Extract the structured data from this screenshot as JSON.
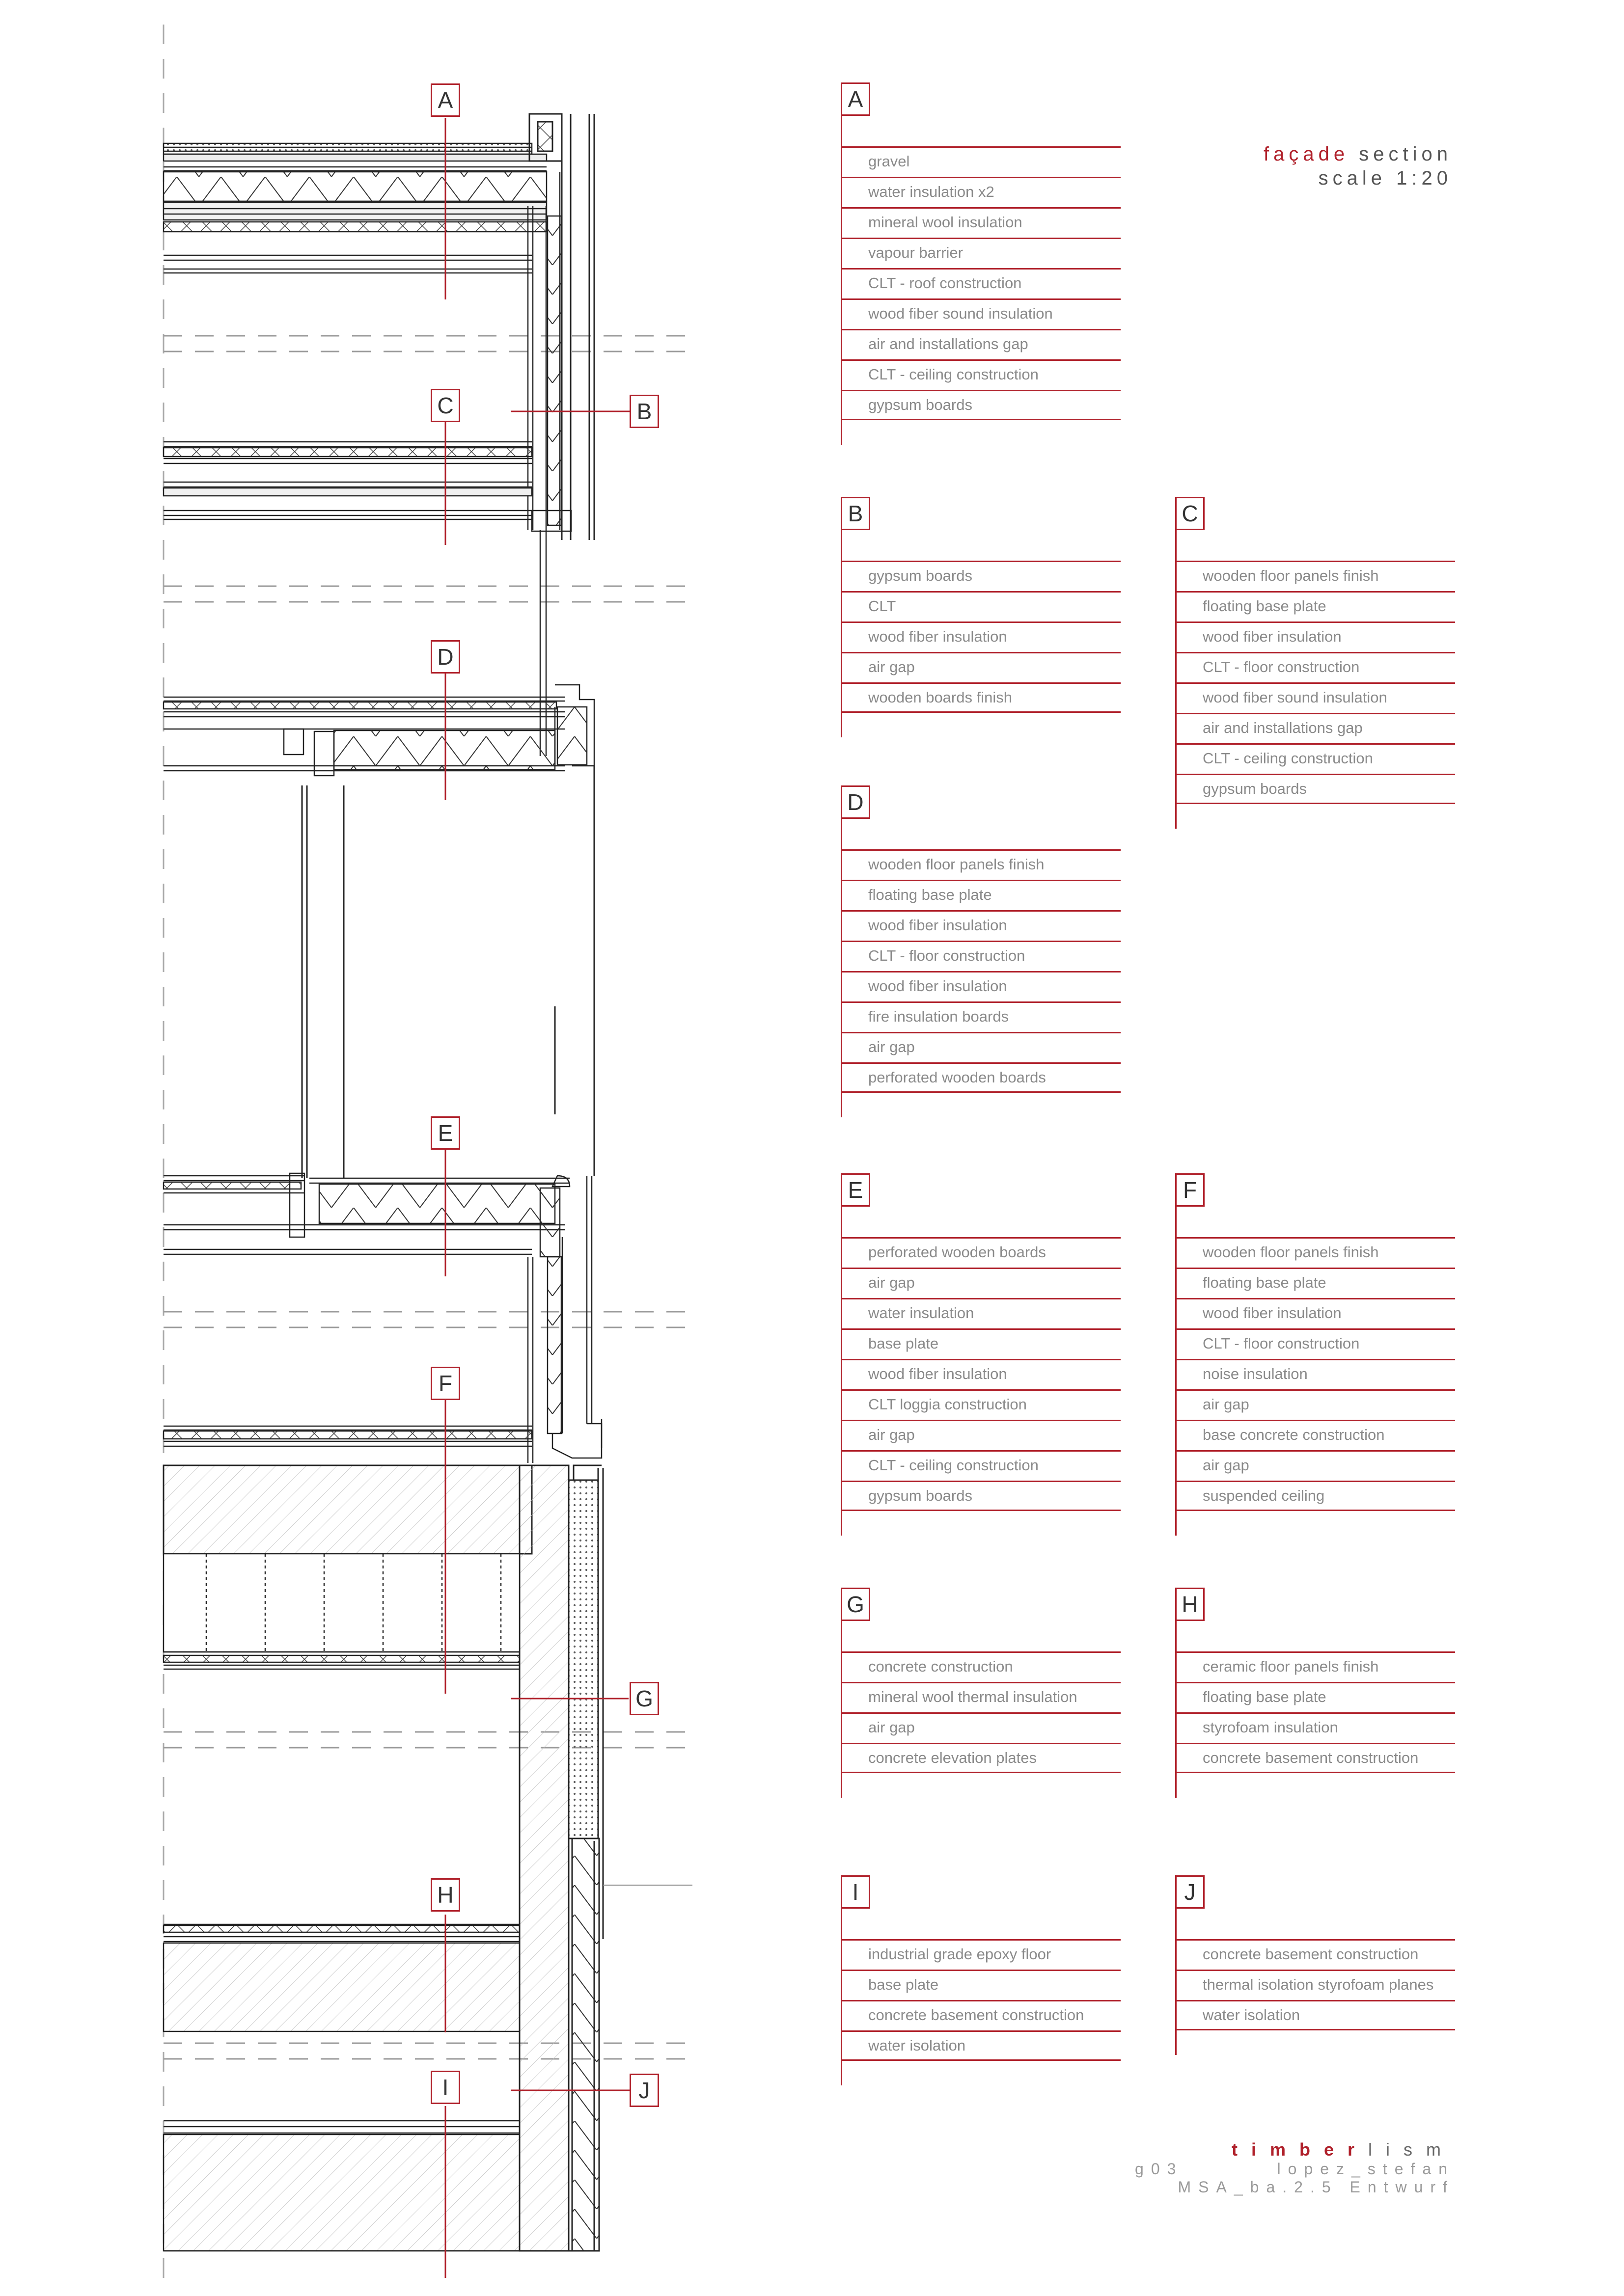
{
  "title": {
    "word1": "façade",
    "word2": "section",
    "scale": "scale 1:20"
  },
  "credits": {
    "brand_a": "timber",
    "brand_b": "lism",
    "line1_left": "g03",
    "line1_right": "lopez_stefan",
    "line2": "MSA_ba.2.5 Entwurf"
  },
  "markers": [
    "A",
    "B",
    "C",
    "D",
    "E",
    "F",
    "G",
    "H",
    "I",
    "J"
  ],
  "legends": {
    "A": [
      "gravel",
      "water insulation x2",
      "mineral wool insulation",
      "vapour barrier",
      "CLT - roof construction",
      "wood fiber sound insulation",
      "air and installations gap",
      "CLT - ceiling construction",
      "gypsum boards"
    ],
    "B": [
      "gypsum boards",
      "CLT",
      "wood fiber insulation",
      "air gap",
      "wooden boards finish"
    ],
    "C": [
      "wooden floor panels finish",
      "floating base plate",
      "wood fiber insulation",
      "CLT - floor construction",
      "wood fiber sound insulation",
      "air and installations gap",
      "CLT - ceiling construction",
      "gypsum boards"
    ],
    "D": [
      "wooden floor panels finish",
      "floating base plate",
      "wood fiber insulation",
      "CLT - floor construction",
      "wood fiber insulation",
      "fire insulation boards",
      "air gap",
      "perforated wooden boards"
    ],
    "E": [
      "perforated wooden boards",
      "air gap",
      "water insulation",
      "base plate",
      "wood fiber insulation",
      "CLT loggia construction",
      "air gap",
      "CLT - ceiling construction",
      "gypsum boards"
    ],
    "F": [
      "wooden floor panels finish",
      "floating base plate",
      "wood fiber insulation",
      "CLT - floor construction",
      "noise insulation",
      "air gap",
      "base concrete construction",
      "air gap",
      "suspended ceiling"
    ],
    "G": [
      "concrete construction",
      "mineral wool thermal insulation",
      "air gap",
      "concrete elevation plates"
    ],
    "H": [
      "ceramic floor panels finish",
      "floating base plate",
      "styrofoam insulation",
      "concrete basement construction"
    ],
    "I": [
      "industrial grade epoxy floor",
      "base plate",
      "concrete basement construction",
      "water isolation"
    ],
    "J": [
      "concrete basement construction",
      "thermal isolation styrofoam planes",
      "water isolation"
    ]
  },
  "colors": {
    "accent": "#b0212b",
    "line": "#222222",
    "text": "#8a8a8a"
  }
}
